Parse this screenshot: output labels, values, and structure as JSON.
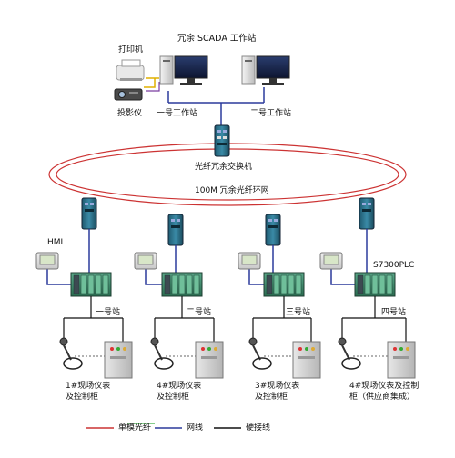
{
  "title": "冗余 SCADA 工作站",
  "printer_label": "打印机",
  "projector_label": "投影仪",
  "workstations": [
    "一号工作站",
    "二号工作站"
  ],
  "core_switch_label": "光纤冗余交换机",
  "ring_label": "100M 冗余光纤环网",
  "hmi_label": "HMI",
  "plc_label": "S7300PLC",
  "stations": [
    {
      "name": "一号站",
      "field_label_lines": [
        "1#现场仪表",
        "及控制柜"
      ]
    },
    {
      "name": "二号站",
      "field_label_lines": [
        "4#现场仪表",
        "及控制柜"
      ]
    },
    {
      "name": "三号站",
      "field_label_lines": [
        "3#现场仪表",
        "及控制柜"
      ]
    },
    {
      "name": "四号站",
      "field_label_lines": [
        "4#现场仪表及控制",
        "柜（供应商集成）"
      ]
    }
  ],
  "legend": [
    {
      "label": "单模光纤",
      "color": "#cc3333"
    },
    {
      "label": "网线",
      "color": "#2b3a9c"
    },
    {
      "label": "硬接线",
      "color": "#111111"
    }
  ],
  "colors": {
    "fiber": "#cc3333",
    "network": "#2b3a9c",
    "hardwire": "#111111",
    "yellow_line": "#e0b000",
    "switch_teal": "#2f6f86",
    "plc_green": "#3a8a6a"
  }
}
